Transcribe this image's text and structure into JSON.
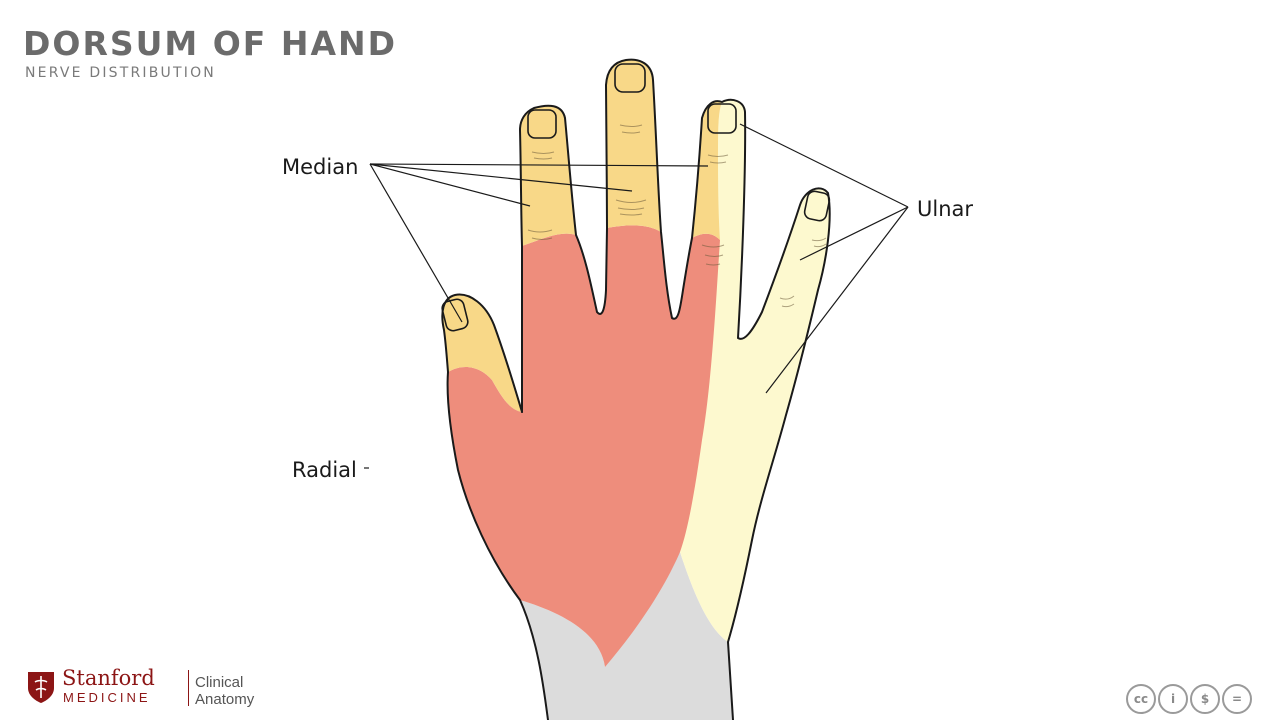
{
  "header": {
    "title": "DORSUM OF HAND",
    "subtitle": "NERVE DISTRIBUTION"
  },
  "labels": {
    "median": "Median",
    "ulnar": "Ulnar",
    "radial": "Radial"
  },
  "colors": {
    "median": "#f8d888",
    "ulnar": "#fdf9cf",
    "radial": "#ee8d7c",
    "wrist": "#dcdcdc",
    "outline": "#1a1a1a",
    "brand": "#8c1515"
  },
  "branding": {
    "wordmark": "Stanford",
    "sub": "MEDICINE",
    "program_line1": "Clinical",
    "program_line2": "Anatomy"
  },
  "license": {
    "icons": [
      "cc-icon",
      "attribution-icon",
      "noncommercial-icon",
      "noderivatives-icon"
    ],
    "glyphs": [
      "cc",
      "i",
      "$",
      "="
    ]
  }
}
